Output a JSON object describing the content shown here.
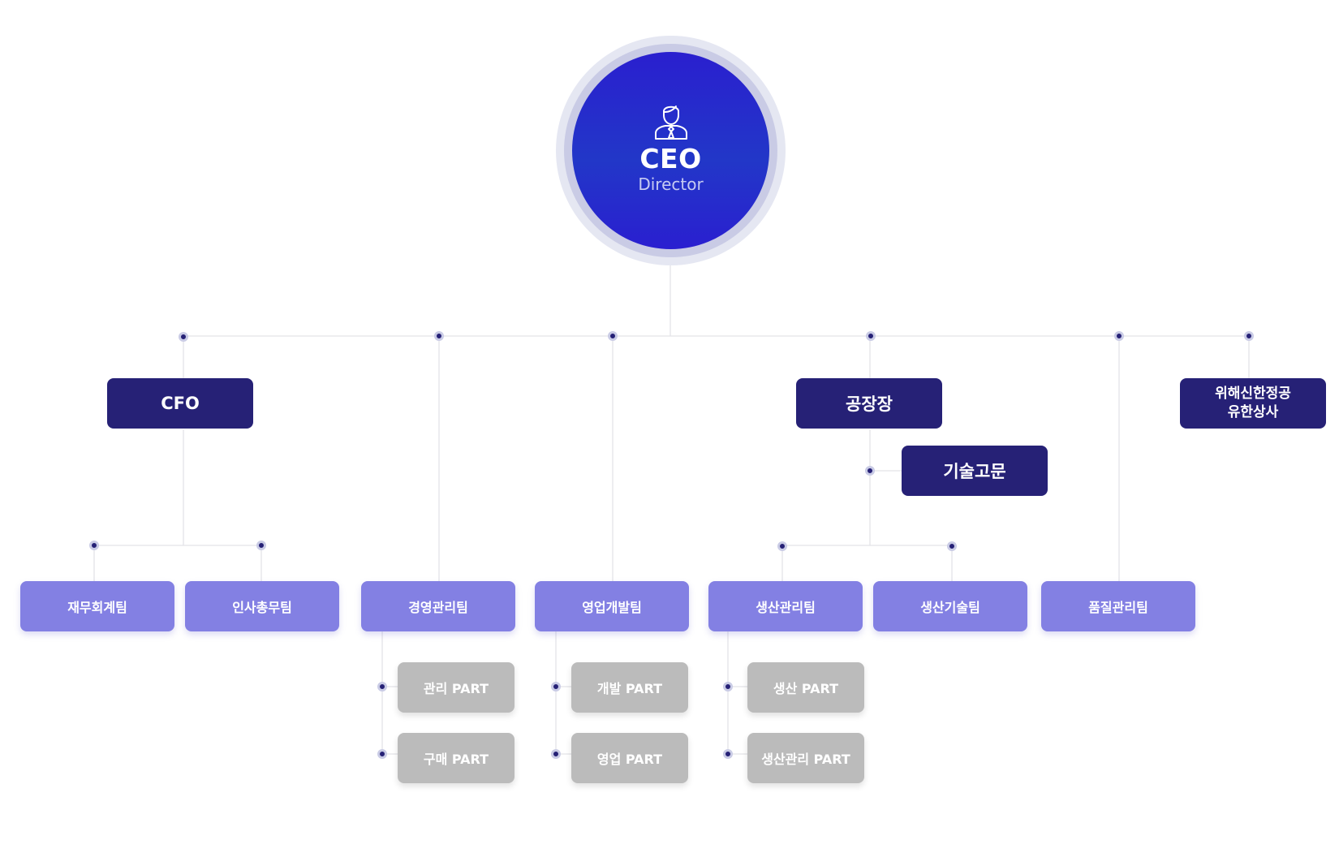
{
  "ceo": {
    "title": "CEO",
    "subtitle": "Director",
    "icon": "person-with-tie-icon"
  },
  "executives": {
    "cfo": "CFO",
    "factory_head": "공장장",
    "tech_advisor": "기술고문",
    "affiliate": "위해신한정공\n유한상사"
  },
  "teams": {
    "finance": "재무회계팀",
    "hr": "인사총무팀",
    "management": "경영관리팀",
    "sales_dev": "영업개발팀",
    "prod_mgmt": "생산관리팀",
    "prod_tech": "생산기술팀",
    "quality": "품질관리팀"
  },
  "parts": {
    "mgmt_part": "관리 PART",
    "purchase_part": "구매 PART",
    "dev_part": "개발 PART",
    "sales_part": "영업 PART",
    "prod_part": "생산 PART",
    "prod_mgmt_part": "생산관리 PART"
  },
  "colors": {
    "ceo_gradient_top": "#2a1fcf",
    "ceo_gradient_mid": "#2237c8",
    "executive": "#262176",
    "team": "#8380e3",
    "part": "#bbbbbb",
    "connector": "#e3e3e8",
    "node_dot": "#262176"
  }
}
